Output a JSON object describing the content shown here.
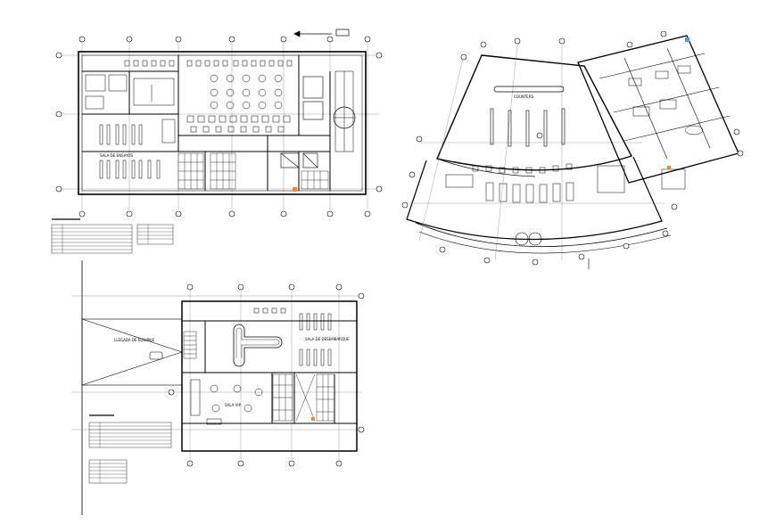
{
  "drawing": {
    "plan_a": {
      "room_labels": [
        "SALA DE ENSAYOS"
      ],
      "legend_rows": 9
    },
    "plan_b": {
      "room_labels": [
        "COUNTERS"
      ]
    },
    "plan_c": {
      "room_labels": [
        "LLEGADA DE EQUIPAJE",
        "SALA DE DESEMBARQUE",
        "SALA VIP"
      ],
      "legend_rows": 8
    }
  }
}
